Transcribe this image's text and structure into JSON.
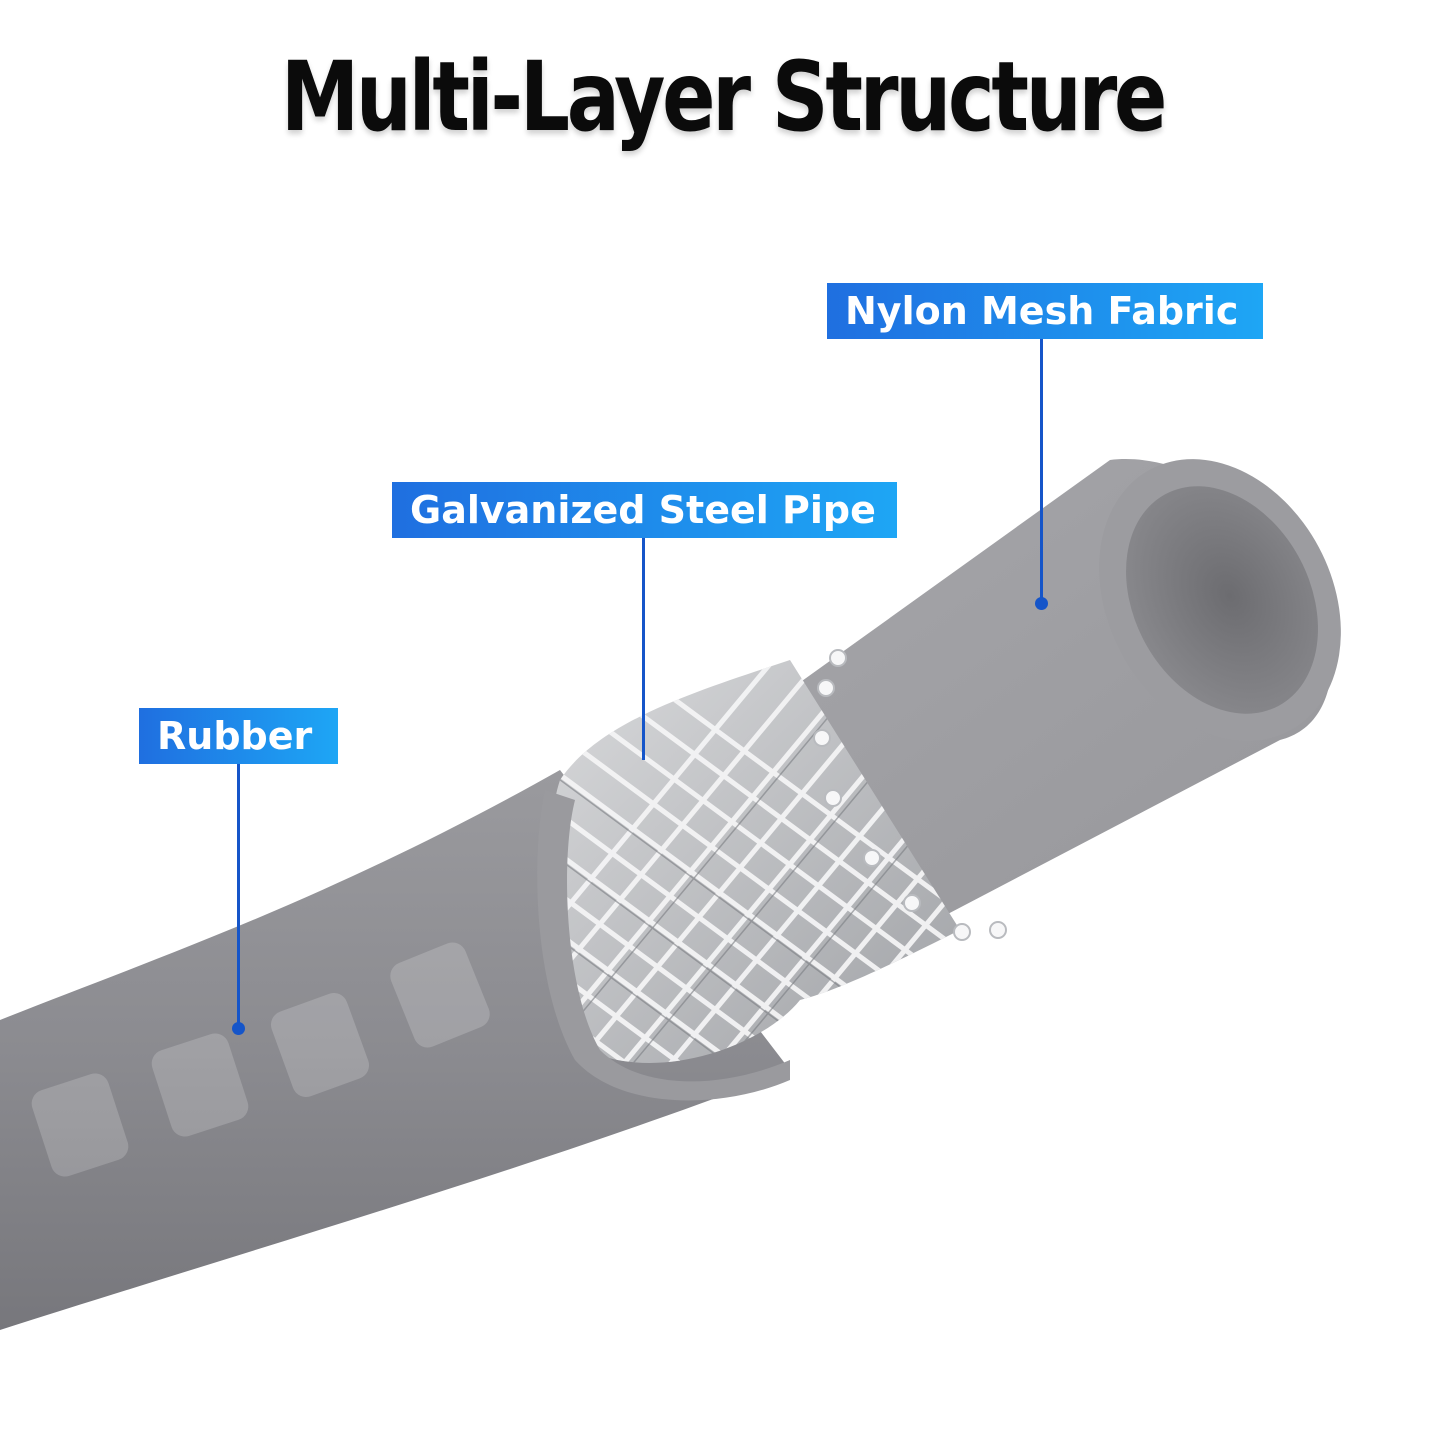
{
  "title": "Multi-Layer Structure",
  "labels": {
    "nylon": "Nylon Mesh Fabric",
    "steel": "Galvanized Steel Pipe",
    "rubber": "Rubber"
  },
  "colors": {
    "label_gradient_start": "#1f6fe0",
    "label_gradient_end": "#1ea6f5",
    "leader_line": "#1555c9",
    "hose_gray": "#8e8e93",
    "background": "#ffffff"
  }
}
